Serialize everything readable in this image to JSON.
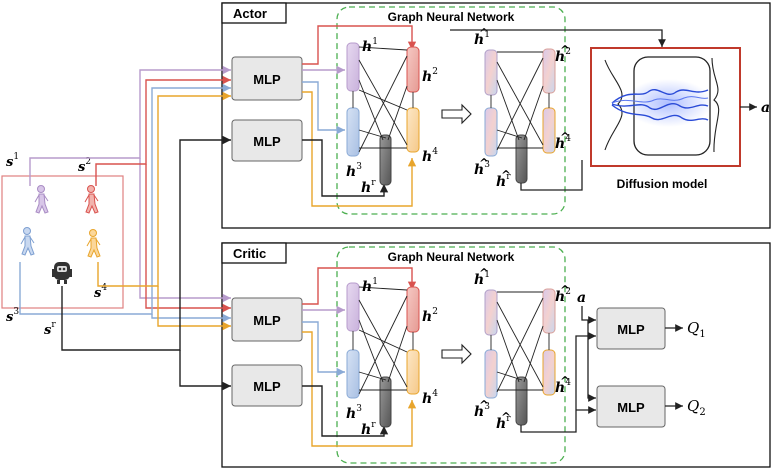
{
  "actor": {
    "title": "Actor",
    "gnn_title": "Graph Neural Network",
    "mlp1": "MLP",
    "mlp2": "MLP",
    "diffusion_label": "Diffusion model"
  },
  "critic": {
    "title": "Critic",
    "gnn_title": "Graph Neural Network",
    "mlp1": "MLP",
    "mlp2": "MLP",
    "mlp_q1": "MLP",
    "mlp_q2": "MLP"
  },
  "symbols": {
    "s": "s",
    "h": "h",
    "a": "a",
    "Q": "Q",
    "sup1": "1",
    "sup2": "2",
    "sup3": "3",
    "sup4": "4",
    "supr": "r",
    "sub1": "1",
    "sub2": "2"
  },
  "colors": {
    "purple": "#b79bcc",
    "red": "#d9534f",
    "blue": "#8aaad6",
    "orange": "#e8a52c",
    "black": "#222222",
    "gnn_border": "#4caf50",
    "mlp_fill": "#e8e8e8",
    "diffusion_border": "#c0392b",
    "scene_border": "#e08080"
  },
  "icons": [
    "walking-person-icon-purple",
    "walking-person-icon-red",
    "walking-person-icon-blue",
    "walking-person-icon-orange",
    "robot-icon",
    "hollow-right-arrow-icon"
  ]
}
